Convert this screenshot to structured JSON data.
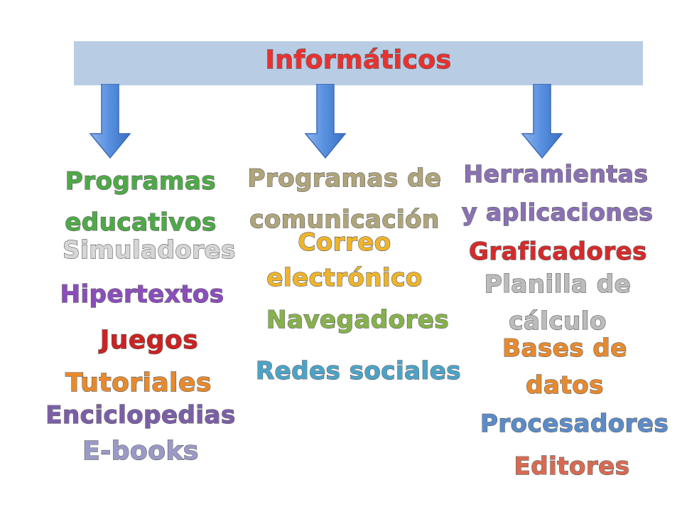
{
  "header": {
    "title": "Informáticos",
    "color": "#e8312f"
  },
  "columns": [
    {
      "heading": [
        "Programas",
        "educativos"
      ],
      "heading_color": "#4daa46",
      "items": [
        {
          "text": [
            "Simuladores"
          ],
          "color": "#d6d6d6"
        },
        {
          "text": [
            "Hipertextos"
          ],
          "color": "#8b4dbd"
        },
        {
          "text": [
            "Juegos"
          ],
          "color": "#cc2222"
        },
        {
          "text": [
            "Tutoriales"
          ],
          "color": "#e8892c"
        },
        {
          "text": [
            "Enciclopedias"
          ],
          "color": "#7b5ea8"
        },
        {
          "text": [
            "E-books"
          ],
          "color": "#9a9ac8"
        }
      ]
    },
    {
      "heading": [
        "Programas de",
        "comunicación"
      ],
      "heading_color": "#b0a57a",
      "items": [
        {
          "text": [
            "Correo",
            "electrónico"
          ],
          "color": "#f0b428"
        },
        {
          "text": [
            "Navegadores"
          ],
          "color": "#86b24a"
        },
        {
          "text": [
            "Redes sociales"
          ],
          "color": "#4ba3c8"
        }
      ]
    },
    {
      "heading": [
        "Herramientas",
        "y aplicaciones"
      ],
      "heading_color": "#8a70b4",
      "items": [
        {
          "text": [
            "Graficadores"
          ],
          "color": "#d62a2a"
        },
        {
          "text": [
            "Planilla de",
            "cálculo"
          ],
          "color": "#bcbcbc"
        },
        {
          "text": [
            "Bases de",
            "datos"
          ],
          "color": "#e8892c"
        },
        {
          "text": [
            "Procesadores"
          ],
          "color": "#5b8bc8"
        },
        {
          "text": [
            "Editores"
          ],
          "color": "#d86a52"
        }
      ]
    }
  ],
  "arrow_color": "#4a84d6"
}
